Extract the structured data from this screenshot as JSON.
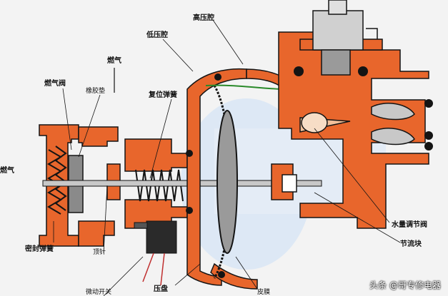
{
  "labels": {
    "high_pressure_chamber": "高压腔",
    "low_pressure_chamber": "低压腔",
    "gas_top": "燃气",
    "gas_valve": "燃气阀",
    "rubber_pad": "橡胶垫",
    "return_spring": "复位弹簧",
    "gas_left": "燃气",
    "seal_spring": "密封弹簧",
    "ejector_pin": "顶针",
    "micro_switch": "微动开关",
    "pressure_plate": "压盘",
    "diaphragm": "皮膜",
    "water_regulating_valve": "水量调节阀",
    "throttle_block": "节流块"
  },
  "watermark": "头条 @哥专修电器",
  "colors": {
    "orange": "#e8662c",
    "dark": "#141414",
    "background": "#f3f3f3",
    "cavity_blue": "#dde8f5"
  }
}
